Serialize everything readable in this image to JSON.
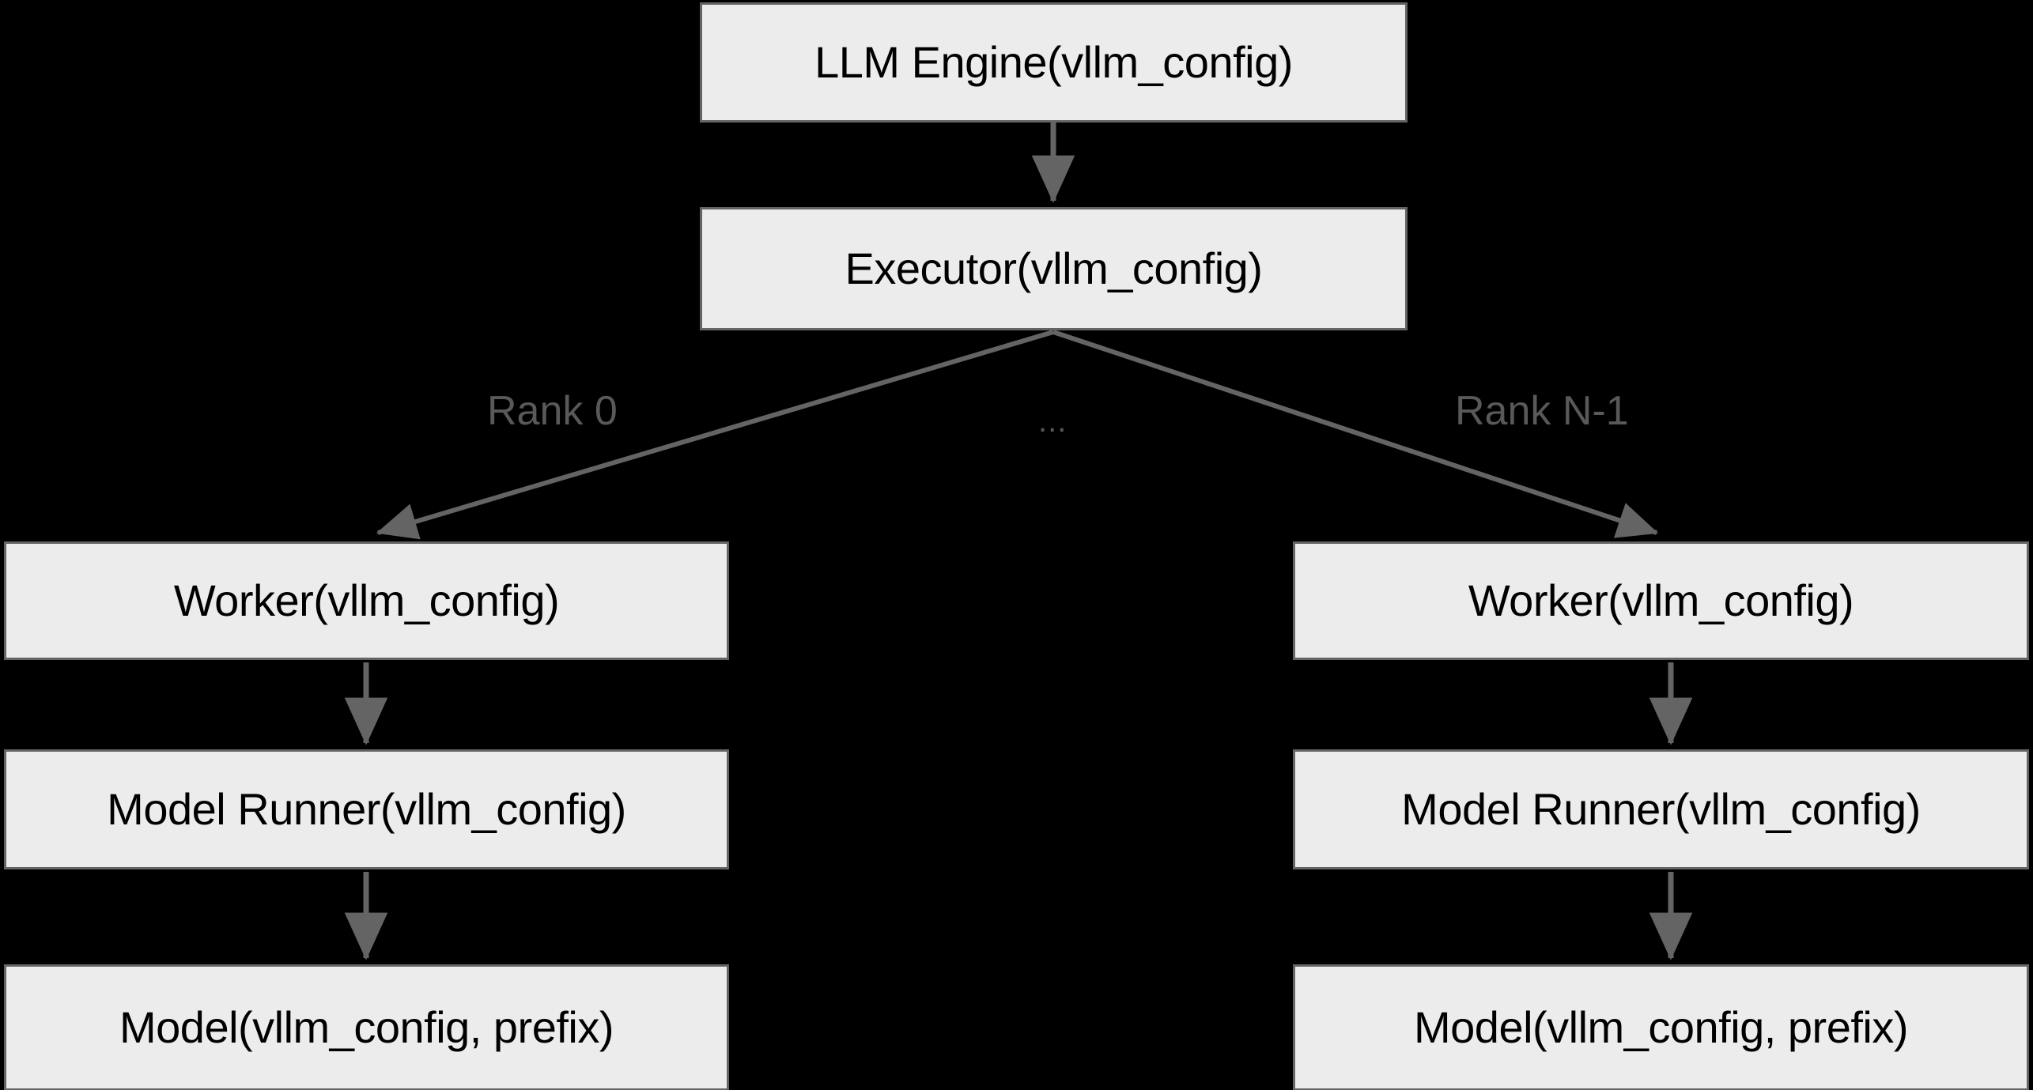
{
  "diagram": {
    "type": "flowchart",
    "background_color": "#000000",
    "node_fill_color": "#ececec",
    "node_border_color": "#646464",
    "node_text_color": "#000000",
    "edge_color": "#646464",
    "edge_label_color": "#595959",
    "nodes": [
      {
        "id": "llm_engine",
        "label": "LLM Engine(vllm_config)"
      },
      {
        "id": "executor",
        "label": "Executor(vllm_config)"
      },
      {
        "id": "worker_rank0",
        "label": "Worker(vllm_config)"
      },
      {
        "id": "runner_rank0",
        "label": "Model Runner(vllm_config)"
      },
      {
        "id": "model_rank0",
        "label": "Model(vllm_config, prefix)"
      },
      {
        "id": "worker_rankn",
        "label": "Worker(vllm_config)"
      },
      {
        "id": "runner_rankn",
        "label": "Model Runner(vllm_config)"
      },
      {
        "id": "model_rankn",
        "label": "Model(vllm_config, prefix)"
      }
    ],
    "edge_labels": {
      "rank_first": "Rank 0",
      "rank_middle": "...",
      "rank_last": "Rank N-1"
    },
    "edges": [
      {
        "from": "llm_engine",
        "to": "executor"
      },
      {
        "from": "executor",
        "to": "worker_rank0",
        "label": "Rank 0"
      },
      {
        "from": "executor",
        "to": "worker_rankn",
        "label": "Rank N-1"
      },
      {
        "from": "worker_rank0",
        "to": "runner_rank0"
      },
      {
        "from": "runner_rank0",
        "to": "model_rank0"
      },
      {
        "from": "worker_rankn",
        "to": "runner_rankn"
      },
      {
        "from": "runner_rankn",
        "to": "model_rankn"
      }
    ]
  }
}
